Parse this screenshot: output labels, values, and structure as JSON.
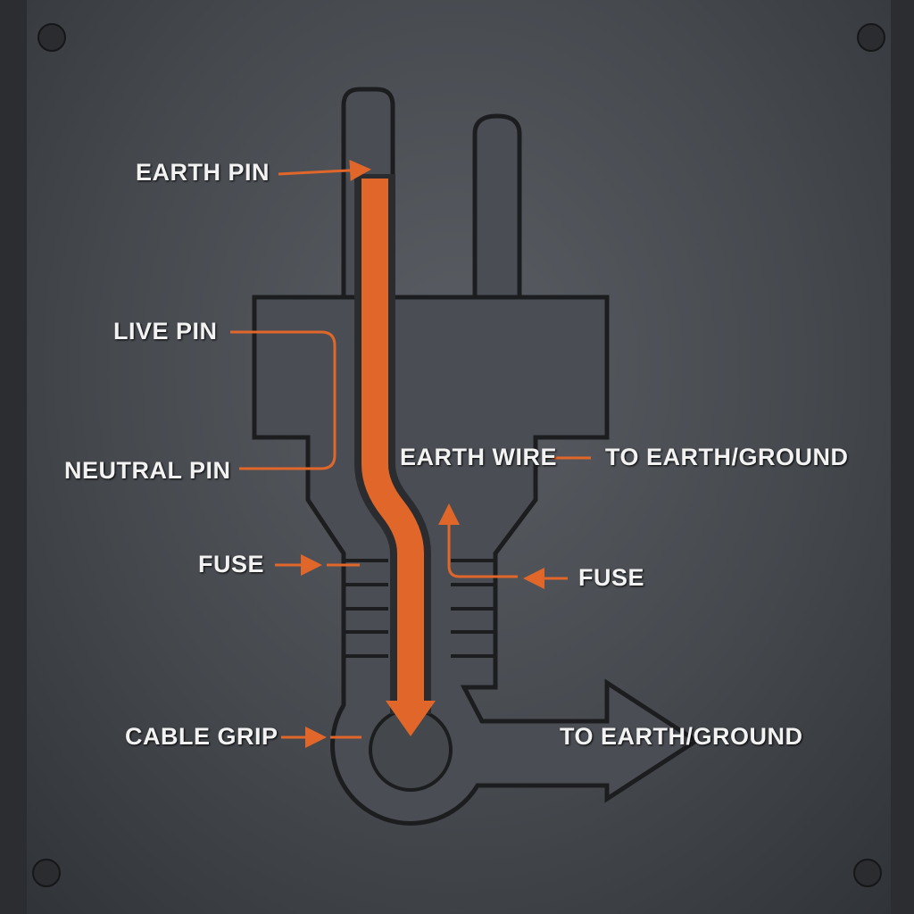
{
  "colors": {
    "wire": "#e0662a",
    "plate": "#4b4f55",
    "outline": "#1c1d1f",
    "text": "#f2f2f2"
  },
  "labels": {
    "earth_pin": "EARTH PIN",
    "live_pin": "LIVE PIN",
    "neutral_pin": "NEUTRAL PIN",
    "earth_wire": "EARTH WIRE",
    "to_earth_top": "TO EARTH/GROUND",
    "fuse_left": "FUSE",
    "fuse_right": "FUSE",
    "cable_grip": "CABLE GRIP",
    "to_earth_bottom": "TO EARTH/GROUND"
  }
}
